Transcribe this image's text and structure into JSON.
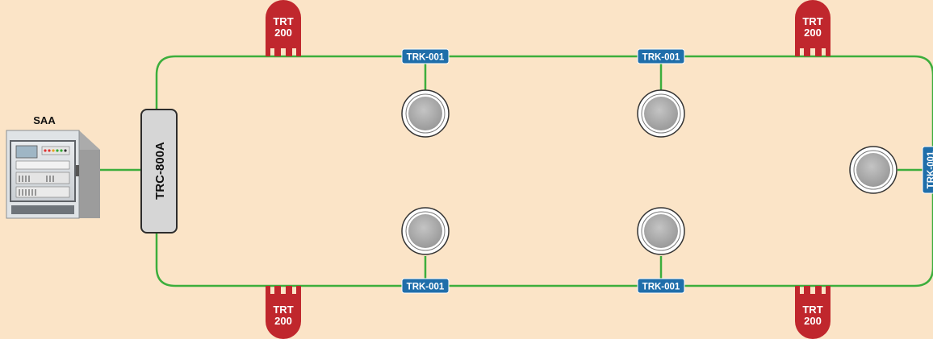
{
  "panel": {
    "label": "SAA"
  },
  "controller": {
    "label": "TRC-800A"
  },
  "isolators": [
    {
      "line1": "TRT",
      "line2": "200"
    },
    {
      "line1": "TRT",
      "line2": "200"
    },
    {
      "line1": "TRT",
      "line2": "200"
    },
    {
      "line1": "TRT",
      "line2": "200"
    }
  ],
  "modules": [
    {
      "label": "TRK-001"
    },
    {
      "label": "TRK-001"
    },
    {
      "label": "TRK-001"
    },
    {
      "label": "TRK-001"
    },
    {
      "label": "TRK-001"
    }
  ],
  "colors": {
    "background": "#fbe4c7",
    "loop_line": "#3cae3c",
    "isolator": "#c0272d",
    "module": "#1f6eaa",
    "controller_fill": "#d6d6d6",
    "detector_fill": "#a8a8a8"
  }
}
